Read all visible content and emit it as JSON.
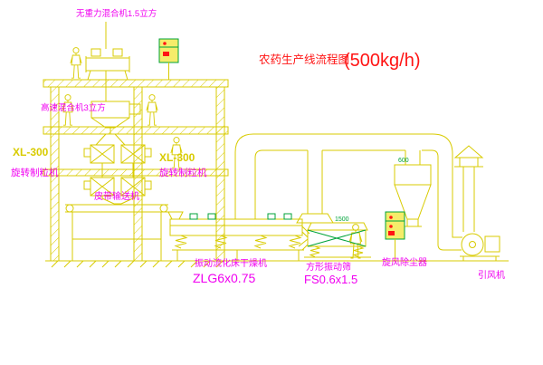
{
  "title": {
    "part1": "农药生产线流程图",
    "part2": "(500kg/h)"
  },
  "labels": {
    "top_mixer": "无重力混合机1.5立方",
    "high_speed_mixer": "高速混合机3立方",
    "granulator_left_model": "XL-300",
    "granulator_left_name": "旋转制粒机",
    "granulator_mid_model": "XL-300",
    "granulator_mid_name": "旋转制粒机",
    "belt_conveyor": "皮带输送机",
    "dryer_name": "振动流化床干燥机",
    "dryer_model": "ZLG6x0.75",
    "sieve_name": "方形振动筛",
    "sieve_model": "FS0.6x1.5",
    "cyclone_name": "旋风除尘器",
    "fan_name": "引风机"
  },
  "dimensions": {
    "sieve_width": "1500",
    "cyclone_diameter": "600"
  },
  "colors": {
    "yellow": "#d8cb00",
    "green": "#00a33a",
    "magenta": "#f000f0",
    "red": "#ff1414",
    "cabinet_fill": "#f5ec6a",
    "background": "#ffffff"
  }
}
